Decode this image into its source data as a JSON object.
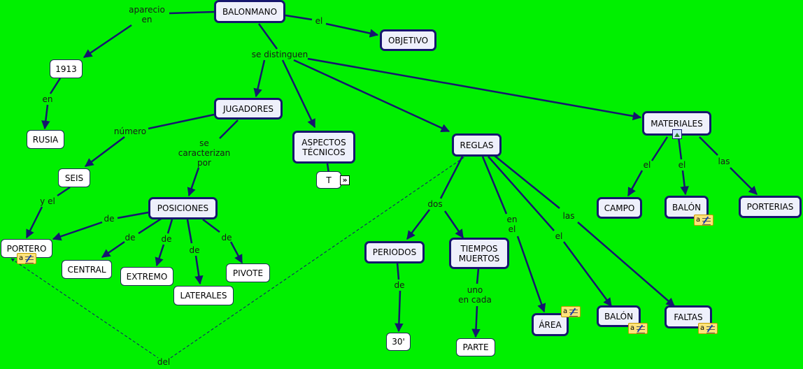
{
  "nodes": {
    "balonmano": "BALONMANO",
    "objetivo": "OBJETIVO",
    "y1913": "1913",
    "rusia": "RUSIA",
    "jugadores": "JUGADORES",
    "aspectos": "ASPECTOS\nTÉCNICOS",
    "t": "T",
    "reglas": "REGLAS",
    "materiales": "MATERIALES",
    "seis": "SEIS",
    "posiciones": "POSICIONES",
    "portero": "PORTERO",
    "central": "CENTRAL",
    "extremo": "EXTREMO",
    "laterales": "LATERALES",
    "pivote": "PIVOTE",
    "periodos": "PERIODOS",
    "tiempos": "TIEMPOS\nMUERTOS",
    "t30": "30'",
    "parte": "PARTE",
    "area": "ÁREA",
    "balon_reglas": "BALÓN",
    "faltas": "FALTAS",
    "campo": "CAMPO",
    "balon_mat": "BALÓN",
    "porterias": "PORTERIAS"
  },
  "labels": {
    "aparecio": "aparecio\nen",
    "el_obj": "el",
    "se_distinguen": "se distinguen",
    "en": "en",
    "numero": "número",
    "se_caracterizan": "se\ncaracterizan\npor",
    "y_el": "y el",
    "de_portero": "de",
    "de_central": "de",
    "de_extremo": "de",
    "de_laterales": "de",
    "de_pivote": "de",
    "dos": "dos",
    "de_30": "de",
    "uno_en_cada": "uno\nen cada",
    "en_el": "en\nel",
    "el_balon": "el",
    "las_faltas": "las",
    "el_campo": "el",
    "el_balon_mat": "el",
    "las_porterias": "las",
    "del": "del"
  },
  "icons": {
    "note": "annotation-icon",
    "image": "image-icon",
    "submap": "submap-link-icon",
    "note_letter": "a",
    "submap_glyph": "»"
  },
  "colors": {
    "background": "#00f000",
    "link": "#16166e",
    "node_border": "#16166e"
  }
}
